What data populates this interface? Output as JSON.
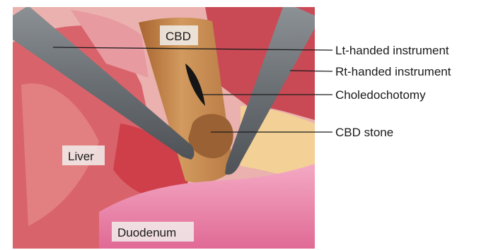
{
  "labels": {
    "cbd": "CBD",
    "liver": "Liver",
    "duodenum": "Duodenum",
    "lt_instrument": "Lt-handed instrument",
    "rt_instrument": "Rt-handed instrument",
    "choledochotomy": "Choledochotomy",
    "cbd_stone": "CBD stone"
  },
  "colors": {
    "liver_tissue": "#d9636b",
    "bile_duct": "#c8854e",
    "duodenum": "#ec84a8",
    "fat": "#f3d095",
    "instrument": "#6f7478",
    "stone": "#9a6234",
    "label_box": "#f1eeec"
  }
}
